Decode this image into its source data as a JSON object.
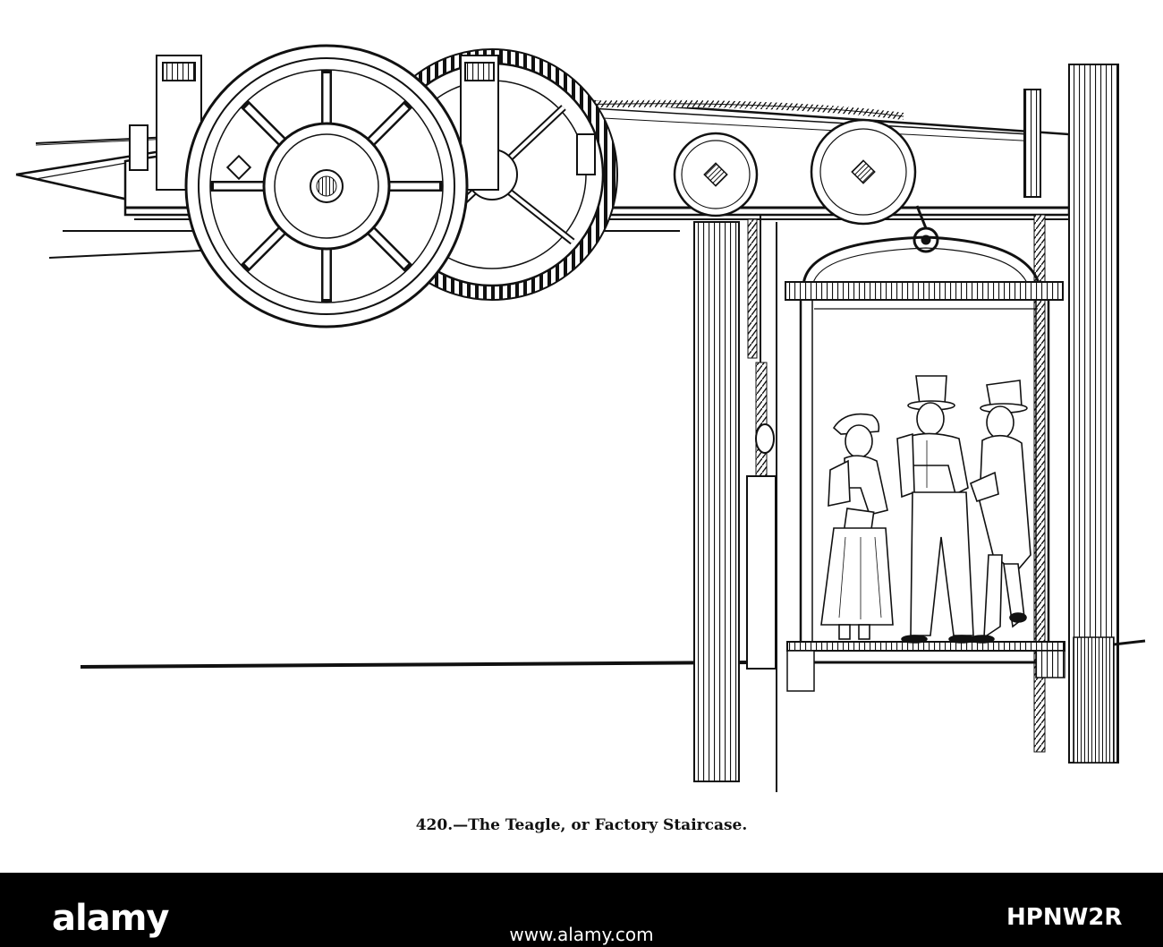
{
  "caption": "420.—The Teagle, or Factory Staircase.",
  "watermark": {
    "logo": "alamy",
    "image_id": "HPNW2R",
    "url": "www.alamy.com"
  },
  "colors": {
    "ink": "#111111",
    "paper": "#ffffff",
    "banner": "#000000"
  }
}
